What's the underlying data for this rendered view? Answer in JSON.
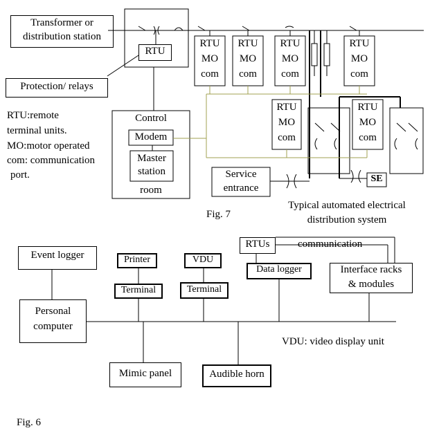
{
  "fig7": {
    "transformer_l1": "Transformer or",
    "transformer_l2": "distribution station",
    "rtu": "RTU",
    "protection": "Protection/ relays",
    "rtu_unit_l1": "RTU",
    "rtu_unit_l2": "MO",
    "rtu_unit_l3": "com",
    "legend_l1": "RTU:remote",
    "legend_l2": "terminal units.",
    "legend_l3": "MO:motor operated",
    "legend_l4": "com: communication",
    "legend_l5": "port.",
    "control": "Control",
    "modem": "Modem",
    "master_l1": "Master",
    "master_l2": "station",
    "room": "room",
    "service_l1": "Service",
    "service_l2": "entrance",
    "se": "SE",
    "fig_label": "Fig. 7",
    "caption_l1": "Typical automated electrical",
    "caption_l2": "distribution system"
  },
  "fig6": {
    "event_logger": "Event logger",
    "personal_l1": "Personal",
    "personal_l2": "computer",
    "printer": "Printer",
    "terminal": "Terminal",
    "vdu": "VDU",
    "rtus": "RTUs",
    "communication": "communication",
    "data_logger": "Data logger",
    "interface_l1": "Interface racks",
    "interface_l2": "& modules",
    "mimic_panel": "Mimic panel",
    "audible_horn": "Audible horn",
    "vdu_legend": "VDU: video display unit",
    "fig_label": "Fig. 6"
  },
  "colors": {
    "line": "#000000",
    "comm_line": "#a0a050"
  }
}
